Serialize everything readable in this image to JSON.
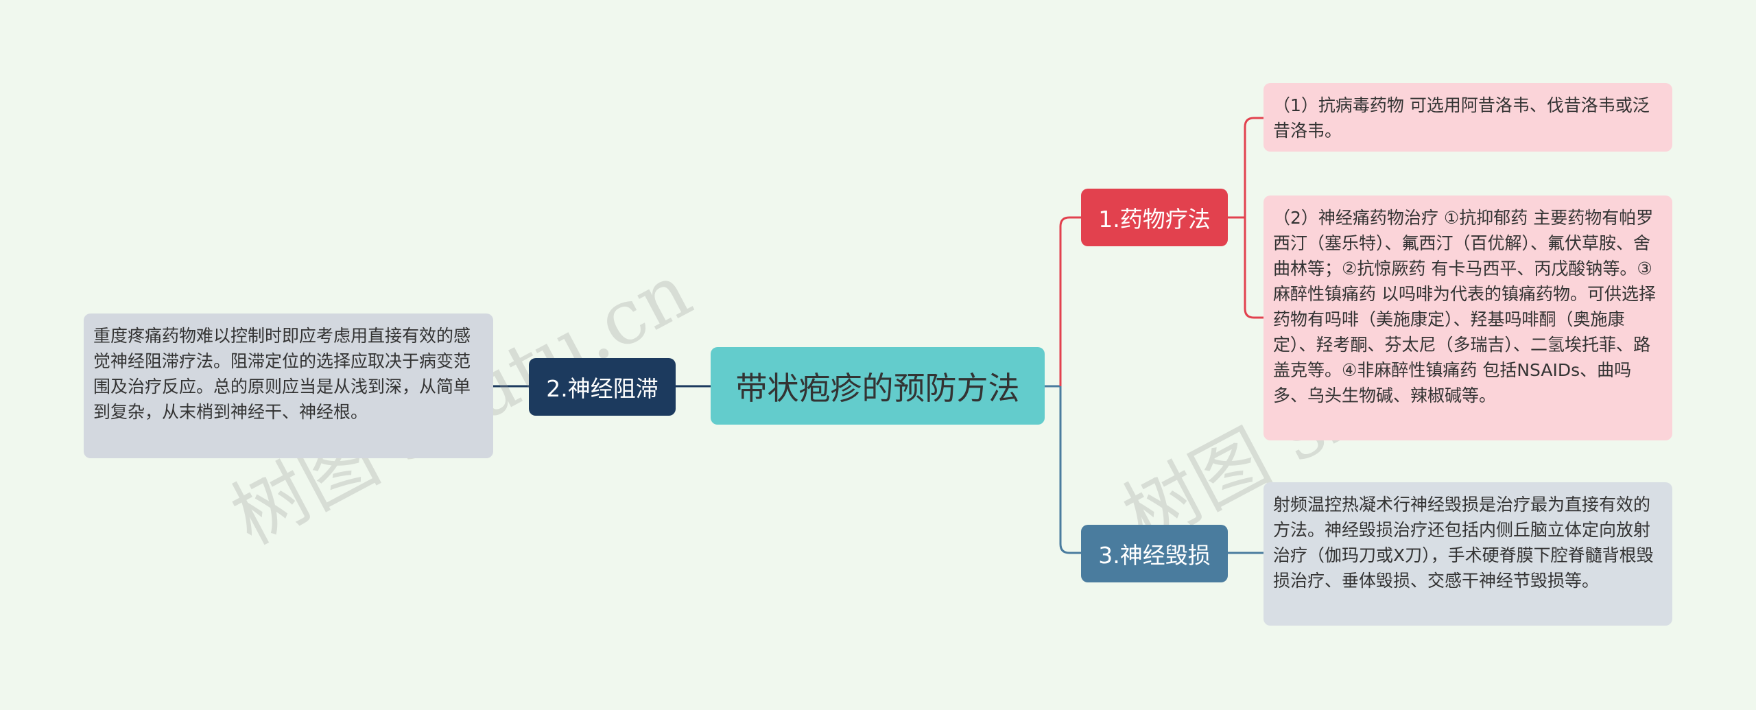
{
  "root": {
    "label": "带状疱疹的预防方法"
  },
  "branches": [
    {
      "label": "1.药物疗法",
      "color": "#e2414e",
      "leaves": [
        "（1）抗病毒药物 可选用阿昔洛韦、伐昔洛韦或泛昔洛韦。",
        "（2）神经痛药物治疗 ①抗抑郁药 主要药物有帕罗西汀（塞乐特）、氟西汀（百优解）、氟伏草胺、舍曲林等；②抗惊厥药 有卡马西平、丙戊酸钠等。③麻醉性镇痛药 以吗啡为代表的镇痛药物。可供选择药物有吗啡（美施康定）、羟基吗啡酮（奥施康定）、羟考酮、芬太尼（多瑞吉）、二氢埃托菲、路盖克等。④非麻醉性镇痛药 包括NSAIDs、曲吗多、乌头生物碱、辣椒碱等。"
      ]
    },
    {
      "label": "2.神经阻滞",
      "color": "#1c3a5e",
      "leaves": [
        "重度疼痛药物难以控制时即应考虑用直接有效的感觉神经阻滞疗法。阻滞定位的选择应取决于病变范围及治疗反应。总的原则应当是从浅到深，从简单到复杂，从末梢到神经干、神经根。"
      ]
    },
    {
      "label": "3.神经毁损",
      "color": "#4a7c9e",
      "leaves": [
        "射频温控热凝术行神经毁损是治疗最为直接有效的方法。神经毁损治疗还包括内侧丘脑立体定向放射治疗（伽玛刀或X刀），手术硬脊膜下腔脊髓背根毁损治疗、垂体毁损、交感干神经节毁损等。"
      ]
    }
  ],
  "watermark": {
    "text_left": "树图 shutu.cn",
    "text_right": "树图 shutu.cn"
  }
}
